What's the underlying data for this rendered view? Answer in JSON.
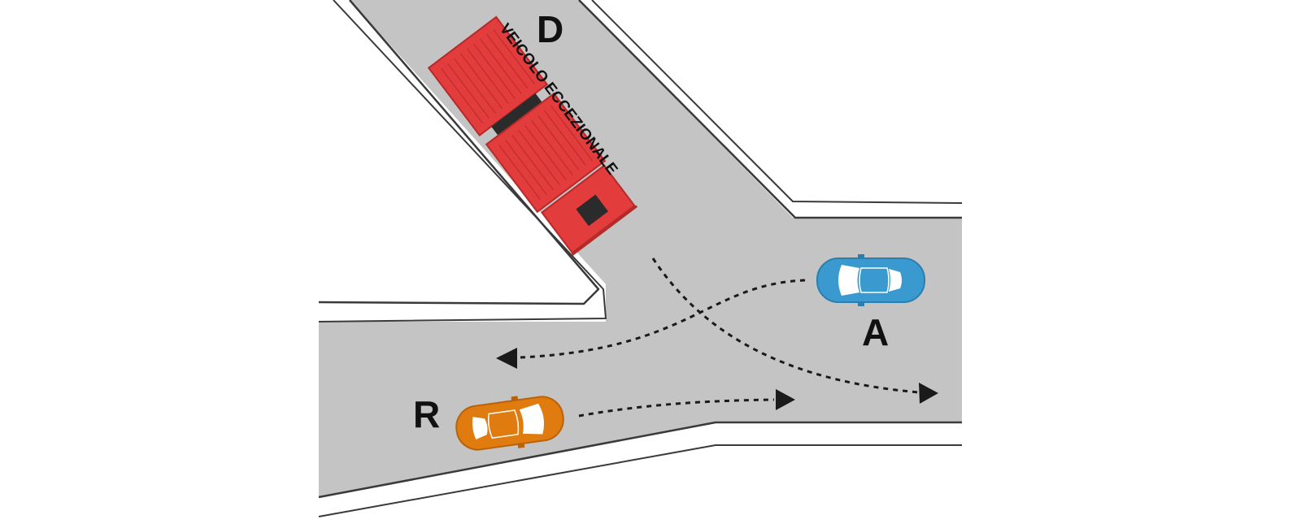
{
  "labels": {
    "d": "D",
    "a": "A",
    "r": "R",
    "truck_text": "VEICOLO ECCEZIONALE"
  },
  "colors": {
    "road": "#c4c4c4",
    "curb": "#3a3a3a",
    "truck": "#e23c3c",
    "truck_dark": "#b72a2a",
    "car_a": "#3a9ad0",
    "car_r": "#e07b0f",
    "window": "#ffffff",
    "path": "#1a1a1a"
  },
  "vehicles": {
    "d": {
      "icon": "truck-icon",
      "type": "veicolo eccezionale"
    },
    "a": {
      "icon": "car-icon",
      "color": "blue"
    },
    "r": {
      "icon": "car-icon",
      "color": "orange"
    }
  }
}
